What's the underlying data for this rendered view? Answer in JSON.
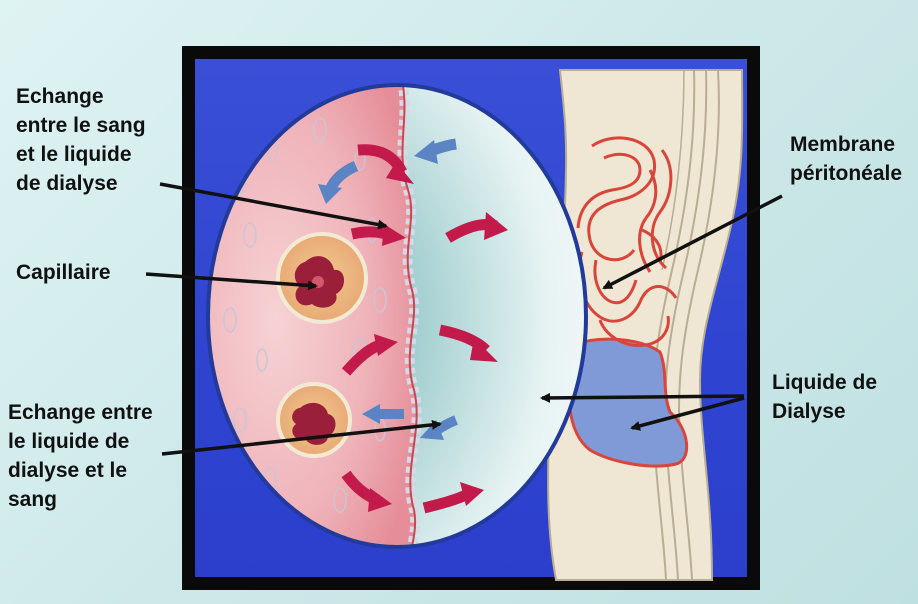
{
  "labels": {
    "echange_sang_liquide": "Echange\nentre le sang\net le liquide\nde dialyse",
    "capillaire": "Capillaire",
    "echange_liquide_sang": "Echange entre\nle liquide de\ndialyse et le\nsang",
    "membrane": "Membrane\npéritonéale",
    "liquide": "Liquide de\nDialyse"
  },
  "colors": {
    "panel_frame": "#0a0a0a",
    "panel_blue": "#3148d2",
    "background": "#d6eeee",
    "arrow_red": "#c21a4a",
    "arrow_blue": "#5b84c4",
    "intestine_outline": "#d9453a",
    "dialysate": "#7f9ad6"
  }
}
